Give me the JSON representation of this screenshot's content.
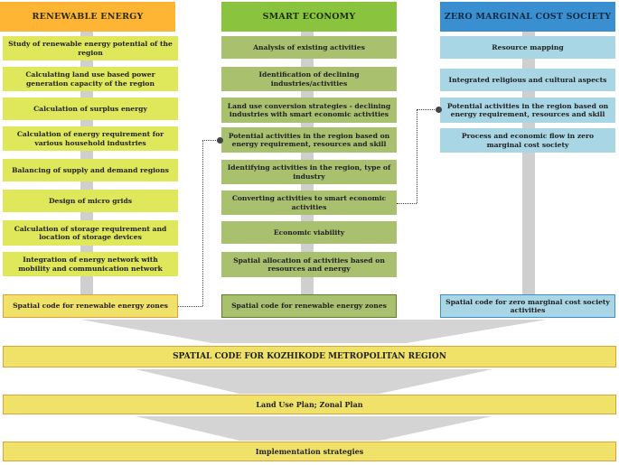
{
  "colors": {
    "renewable_header": "#ffb534",
    "smart_header": "#8ac43f",
    "zero_header": "#3a8fd0",
    "renewable_box": "#dfe85a",
    "smart_box": "#a9c06f",
    "zero_box": "#a9d6e5",
    "band_fill": "#f0e268",
    "band_border": "#e0a13a"
  },
  "columns": {
    "renewable": {
      "header": "RENEWABLE ENERGY",
      "items": [
        "Study of renewable energy potential of the region",
        "Calculating land use based power generation capacity of the region",
        "Calculation of surplus energy",
        "Calculation of energy requirement for various household industries",
        "Balancing of supply and demand regions",
        "Design of micro grids",
        "Calculation of storage requirement and location of storage devices",
        "Integration of energy network with mobility and communication network"
      ],
      "output": "Spatial code for renewable energy zones"
    },
    "smart": {
      "header": "SMART ECONOMY",
      "items": [
        "Analysis of existing activities",
        "Identification of declining industries/activities",
        "Land use conversion strategies - declining industries with smart economic activities",
        "Potential activities in the region based on energy requirement, resources and skill",
        "Identifying activities in the region, type of industry",
        "Converting activities to smart economic activities",
        "Economic viability",
        "Spatial allocation of activities based on resources and energy"
      ],
      "output": "Spatial code for renewable energy zones"
    },
    "zero": {
      "header": "ZERO MARGINAL COST SOCIETY",
      "items": [
        "Resource mapping",
        "Integrated religious and cultural aspects",
        "Potential activities in the region based on energy requirement, resources and skill",
        "Process and economic flow in zero marginal cost society"
      ],
      "output": "Spatial code for zero marginal cost society activities"
    }
  },
  "bands": {
    "spatial_code": "SPATIAL CODE FOR KOZHIKODE METROPOLITAN REGION",
    "land_use": "Land Use Plan; Zonal Plan",
    "implementation": "Implementation strategies"
  }
}
